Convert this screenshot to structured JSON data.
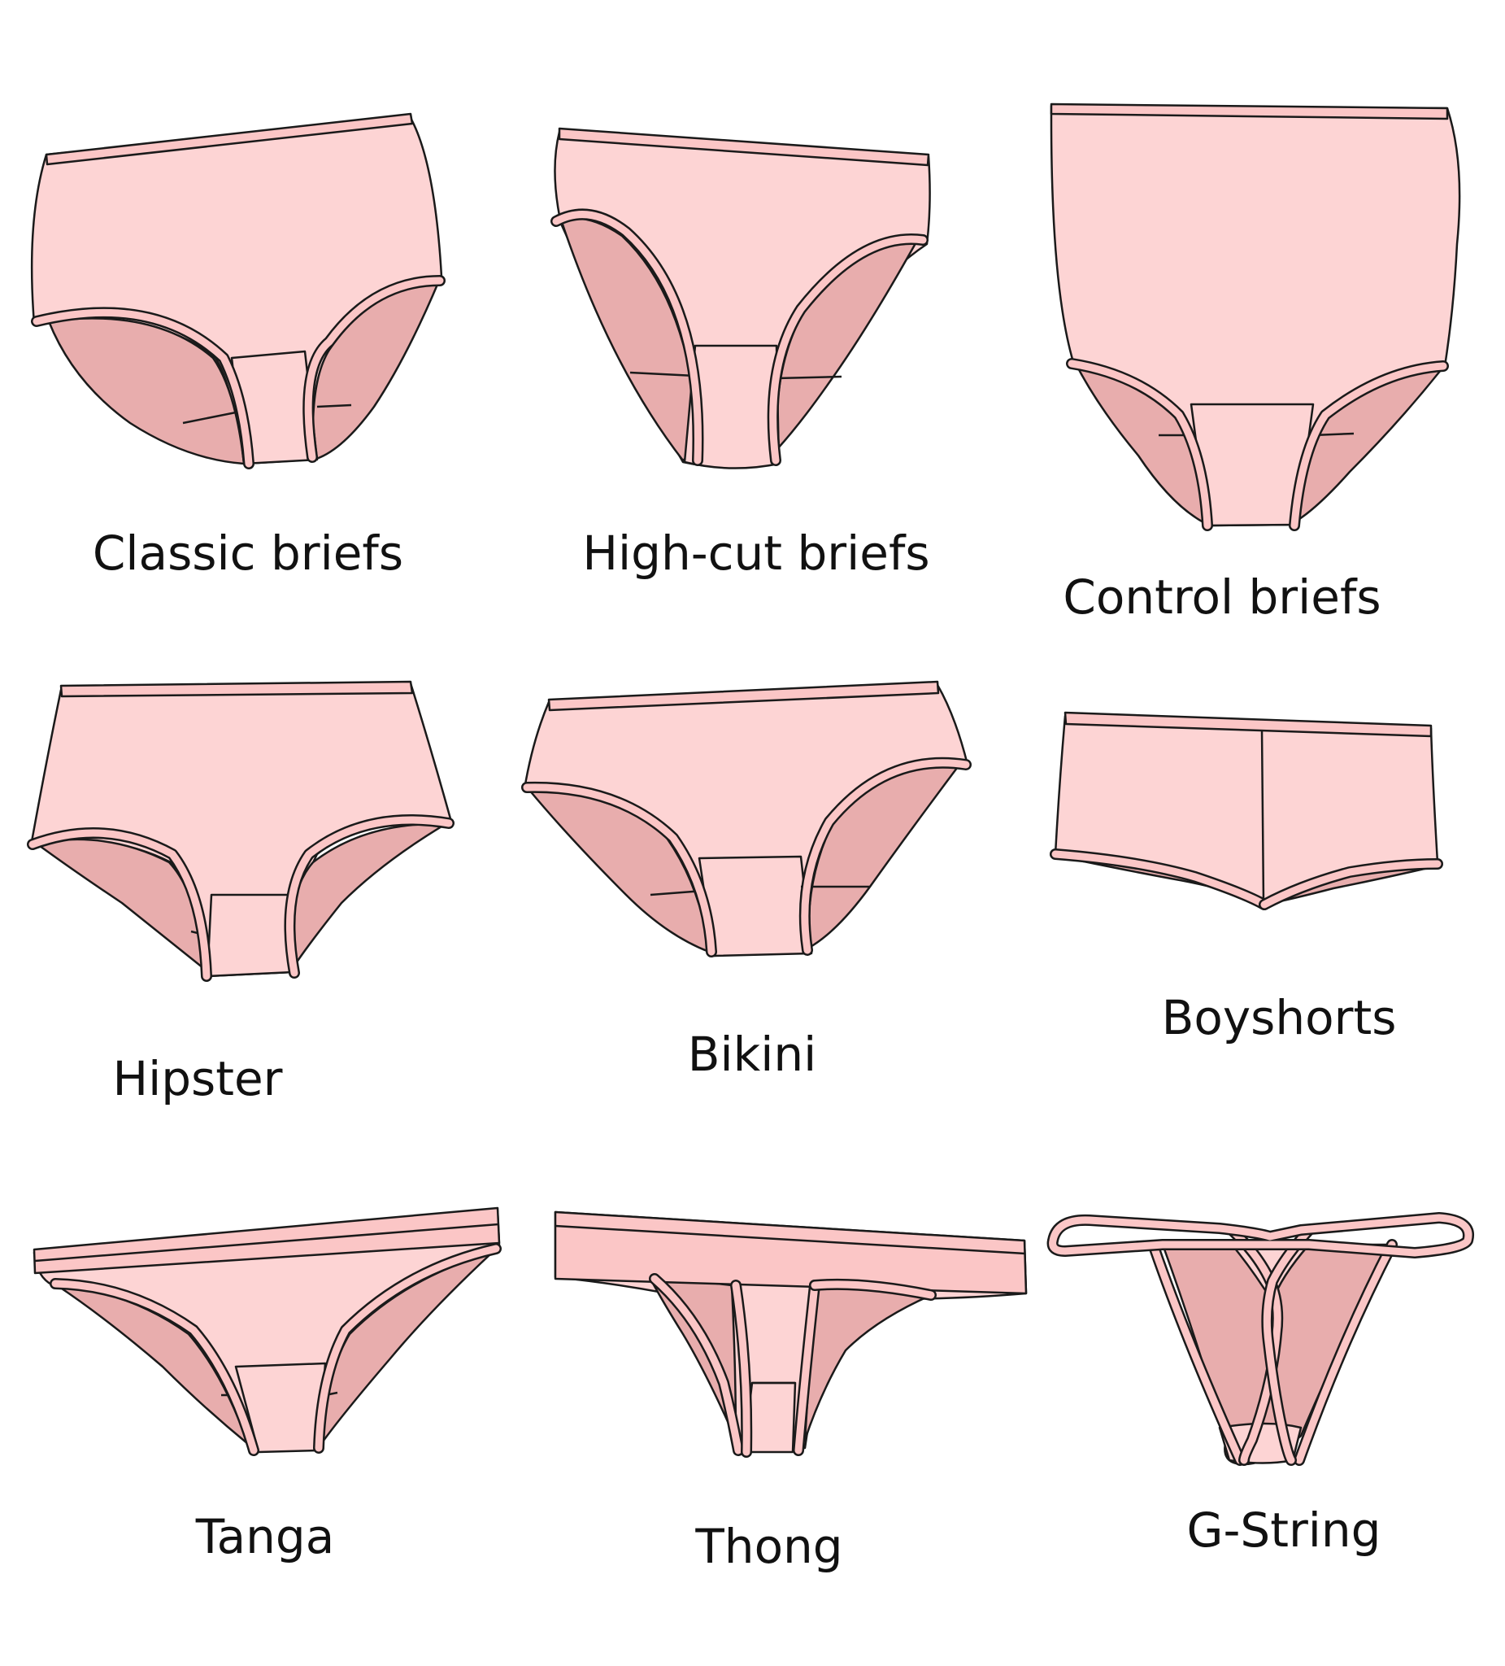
{
  "palette": {
    "fabric": "#fdd4d4",
    "lining": "#e8adad",
    "trim": "#fbc6c6",
    "outline": "#1a1a1a",
    "text": "#111111"
  },
  "items": [
    {
      "id": "classic-briefs",
      "label": "Classic briefs"
    },
    {
      "id": "high-cut-briefs",
      "label": "High-cut briefs"
    },
    {
      "id": "control-briefs",
      "label": "Control briefs"
    },
    {
      "id": "hipster",
      "label": "Hipster"
    },
    {
      "id": "bikini",
      "label": "Bikini"
    },
    {
      "id": "boyshorts",
      "label": "Boyshorts"
    },
    {
      "id": "tanga",
      "label": "Tanga"
    },
    {
      "id": "thong",
      "label": "Thong"
    },
    {
      "id": "g-string",
      "label": "G-String"
    }
  ]
}
